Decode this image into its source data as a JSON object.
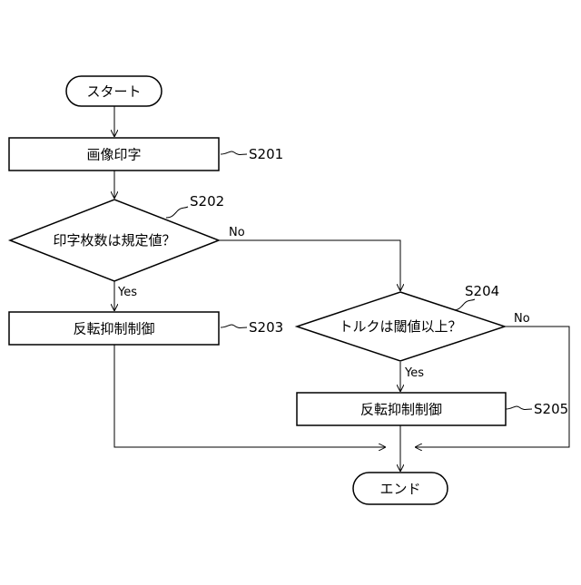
{
  "nodes": {
    "start": "スタート",
    "print": "画像印字",
    "dec1": "印字枚数は規定値？",
    "inv1": "反転抑制制御",
    "dec2": "トルクは閾値以上？",
    "inv2": "反転抑制制御",
    "end": "エンド"
  },
  "steps": {
    "s201": "S201",
    "s202": "S202",
    "s203": "S203",
    "s204": "S204",
    "s205": "S205"
  },
  "branches": {
    "no1": "No",
    "yes1": "Yes",
    "no2": "No",
    "yes2": "Yes"
  }
}
